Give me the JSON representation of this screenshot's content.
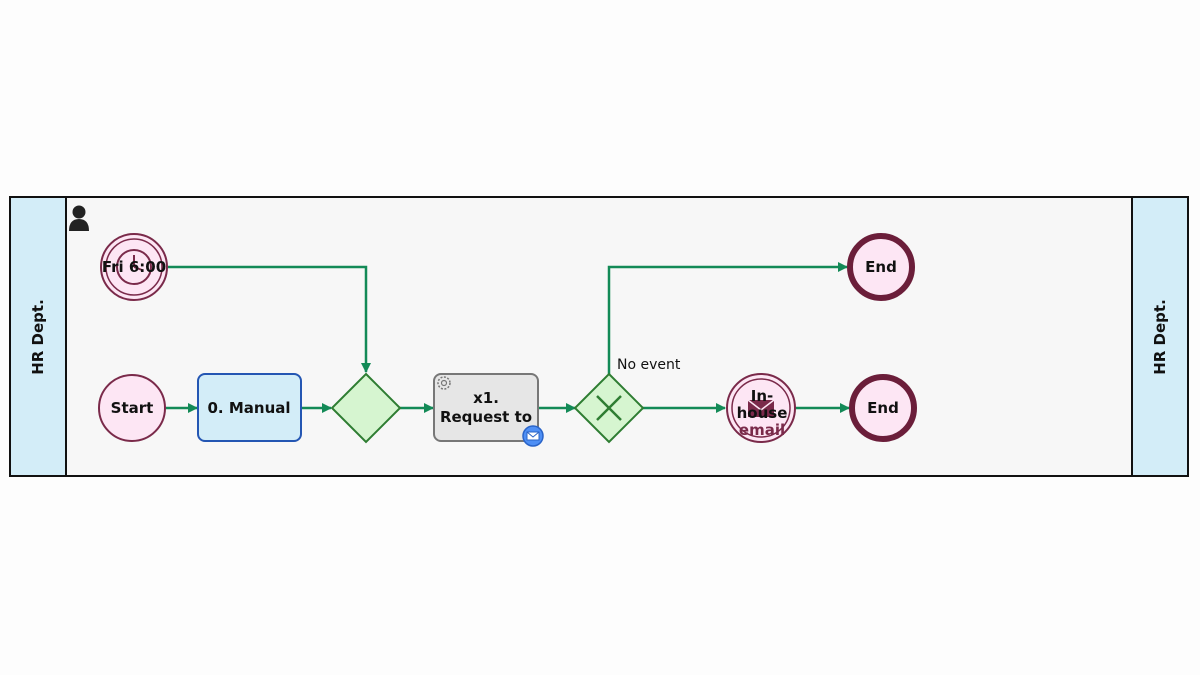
{
  "pool": {
    "lane_left": "HR Dept.",
    "lane_right": "HR Dept."
  },
  "events": {
    "timer": "Fri 6:00",
    "start": "Start",
    "end_top": "End",
    "end_bottom": "End"
  },
  "tasks": {
    "manual": "0. Manual",
    "service_line1": "x1.",
    "service_line2": "Request to",
    "email_line1": "In-",
    "email_line2": "house",
    "email_line3": "email"
  },
  "gateways": {
    "exclusive_label": "No event"
  },
  "icons": {
    "role": "user-icon",
    "service": "gear-icon",
    "email": "envelope-icon",
    "timer": "clock-icon"
  },
  "colors": {
    "flow": "#138a57",
    "event_fill": "#fde6f4",
    "event_stroke": "#7a2a4a",
    "end_stroke": "#6b1e3a",
    "gateway_fill": "#d6f5d0",
    "gateway_stroke": "#2e7d32",
    "manual_fill": "#d3edf8",
    "manual_stroke": "#2456b3",
    "service_fill": "#e6e6e6",
    "lane_fill": "#d3edf8"
  }
}
